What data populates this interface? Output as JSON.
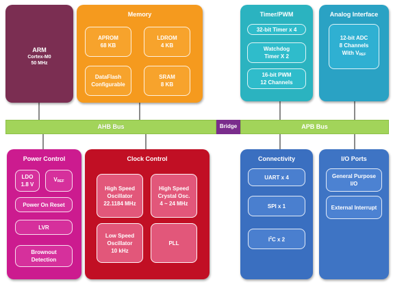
{
  "arm": {
    "title": "ARM",
    "core": "Cortex-M0",
    "freq": "50 MHz"
  },
  "memory": {
    "title": "Memory",
    "aprom": [
      "APROM",
      "68 KB"
    ],
    "ldrom": [
      "LDROM",
      "4 KB"
    ],
    "dataflash": [
      "DataFlash",
      "Configurable"
    ],
    "sram": [
      "SRAM",
      "8 KB"
    ]
  },
  "timer": {
    "title": "Timer/PWM",
    "timer32": "32-bit Timer x 4",
    "watchdog": [
      "Watchdog",
      "Timer X 2"
    ],
    "pwm": [
      "16-bit PWM",
      "12 Channels"
    ]
  },
  "analog": {
    "title": "Analog Interface",
    "adc": [
      "12-bit ADC",
      "8 Channels",
      "With V"
    ],
    "adc_sub": "REF"
  },
  "bus": {
    "ahb": "AHB Bus",
    "bridge": "Bridge",
    "apb": "APB Bus"
  },
  "power": {
    "title": "Power Control",
    "ldo": [
      "LDO",
      "1.8 V"
    ],
    "vref": "V",
    "vref_sub": "REF",
    "por": "Power On Reset",
    "lvr": "LVR",
    "brownout": [
      "Brownout",
      "Detection"
    ]
  },
  "clock": {
    "title": "Clock Control",
    "hso": [
      "High Speed",
      "Oscillator",
      "22.1184 MHz"
    ],
    "hsx": [
      "High Speed",
      "Crystal Osc.",
      "4 ~ 24 MHz"
    ],
    "lso": [
      "Low Speed",
      "Oscillator",
      "10 kHz"
    ],
    "pll": "PLL"
  },
  "connectivity": {
    "title": "Connectivity",
    "uart": "UART x 4",
    "spi": "SPI x 1",
    "i2c_pre": "I",
    "i2c_sup": "2",
    "i2c_post": "C x 2"
  },
  "io": {
    "title": "I/O Ports",
    "gpio": [
      "General Purpose",
      "I/O"
    ],
    "ext_int": "External Interrupt"
  },
  "colors": {
    "arm": "#7b2e52",
    "memory": "#f59a1e",
    "timer": "#2bb3c0",
    "analog": "#2aa2c4",
    "bus": "#a2d45a",
    "bridge": "#7a2d8c",
    "power": "#cc1b8f",
    "clock": "#c10f24",
    "connectivity": "#3a6fc0",
    "io": "#3e74c4"
  }
}
